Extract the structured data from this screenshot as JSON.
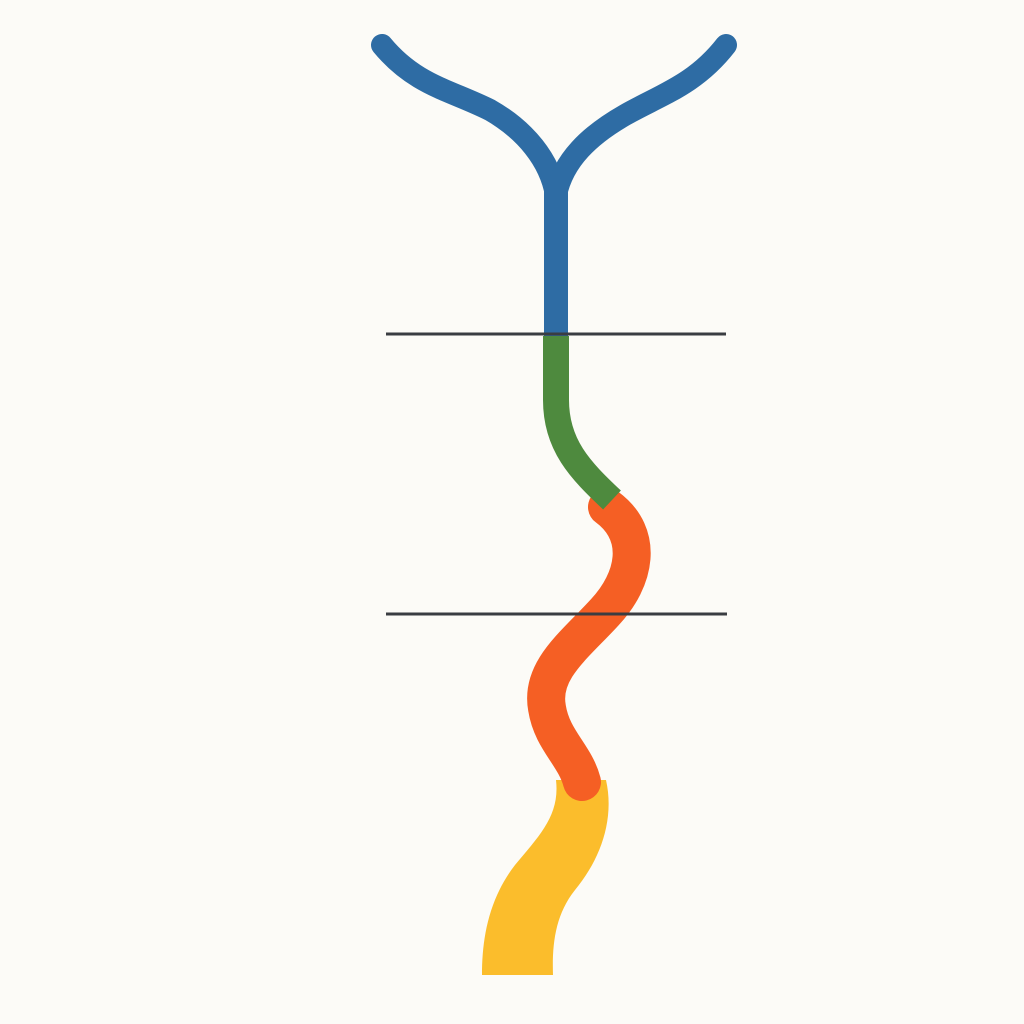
{
  "diagram": {
    "background": "#fcfbf7",
    "segments": [
      {
        "name": "blue-branch-segment",
        "color": "#2e6ca4",
        "shape": "y-fork"
      },
      {
        "name": "green-segment",
        "color": "#4e8a3e",
        "shape": "s-curve"
      },
      {
        "name": "orange-segment",
        "color": "#f55f24",
        "shape": "s-curve"
      },
      {
        "name": "yellow-segment",
        "color": "#fbbd2c",
        "shape": "tapered-curve"
      }
    ],
    "divider_color": "#3a3d42",
    "divider_count": 2
  }
}
